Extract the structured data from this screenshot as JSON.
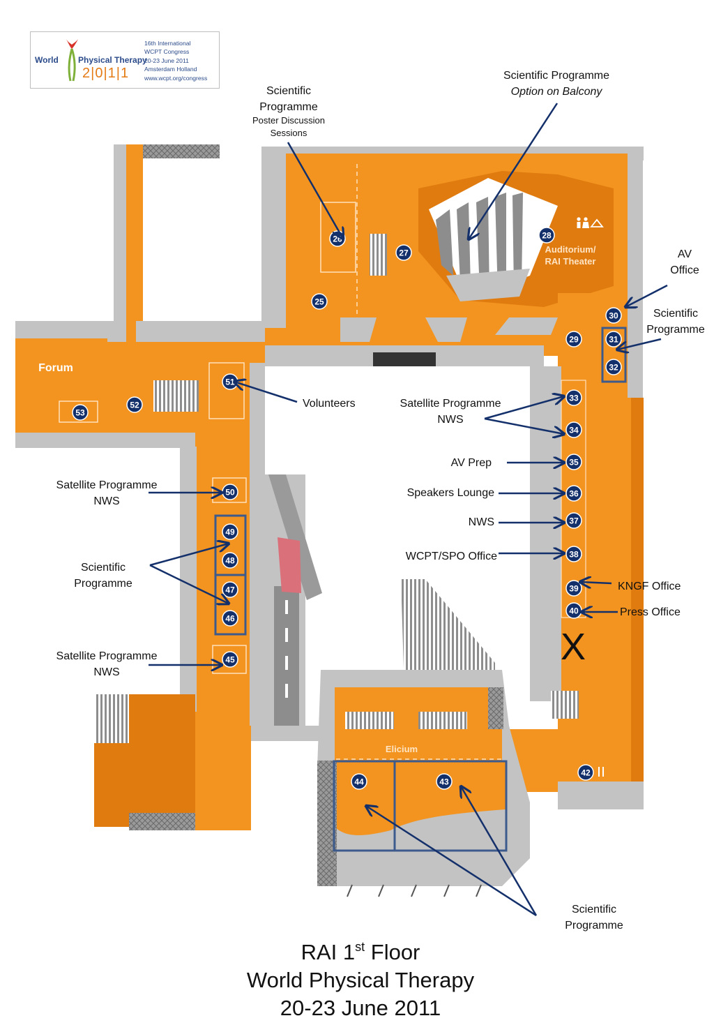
{
  "logo": {
    "brand": "World Physical Therapy",
    "brand_world": "World",
    "brand_pt": "Physical Therapy",
    "year": "2|0|1|1",
    "info": [
      "16th International",
      "WCPT Congress",
      "20-23 June 2011",
      "Amsterdam Holland",
      "www.wcpt.org/congress"
    ]
  },
  "rooms": {
    "forum": "Forum",
    "auditorium_line1": "Auditorium/",
    "auditorium_line2": "RAI Theater",
    "elicium": "Elicium"
  },
  "room_numbers": {
    "r25": "25",
    "r26": "26",
    "r27": "27",
    "r28": "28",
    "r29": "29",
    "r30": "30",
    "r31": "31",
    "r32": "32",
    "r33": "33",
    "r34": "34",
    "r35": "35",
    "r36": "36",
    "r37": "37",
    "r38": "38",
    "r39": "39",
    "r40": "40",
    "r42": "42",
    "r43": "43",
    "r44": "44",
    "r45": "45",
    "r46": "46",
    "r47": "47",
    "r48": "48",
    "r49": "49",
    "r50": "50",
    "r51": "51",
    "r52": "52",
    "r53": "53"
  },
  "labels": {
    "poster_title_1": "Scientific",
    "poster_title_2": "Programme",
    "poster_sub_1": "Poster Discussion",
    "poster_sub_2": "Sessions",
    "balcony_1": "Scientific Programme",
    "balcony_2": "Option on Balcony",
    "av_office_1": "AV",
    "av_office_2": "Office",
    "sci_right_1": "Scientific",
    "sci_right_2": "Programme",
    "volunteers": "Volunteers",
    "sat_mid_1": "Satellite Programme",
    "sat_mid_2": "NWS",
    "av_prep": "AV Prep",
    "speakers_lounge": "Speakers Lounge",
    "nws": "NWS",
    "wcpt_spo": "WCPT/SPO Office",
    "kngf": "KNGF Office",
    "press": "Press Office",
    "closed_mark": "X",
    "sat_left_1": "Satellite Programme",
    "sat_left_2": "NWS",
    "sci_left_1": "Scientific",
    "sci_left_2": "Programme",
    "sat_left_low_1": "Satellite Programme",
    "sat_left_low_2": "NWS",
    "sci_bottom_1": "Scientific",
    "sci_bottom_2": "Programme"
  },
  "title": {
    "line1_prefix": "RAI 1",
    "line1_sup": "st",
    "line1_suffix": " Floor",
    "line2": "World Physical Therapy",
    "line3": "20-23 June 2011"
  },
  "colors": {
    "floor": "#f2941f",
    "floor_dark": "#e07b10",
    "wall": "#c3c3c3",
    "wall_dark": "#8f8f8f",
    "badge": "#14306b",
    "arrow": "#14306b",
    "outline": "#3d5a8c"
  },
  "icons": [
    "restroom-icon",
    "cloakroom-icon",
    "restaurant-icon"
  ]
}
